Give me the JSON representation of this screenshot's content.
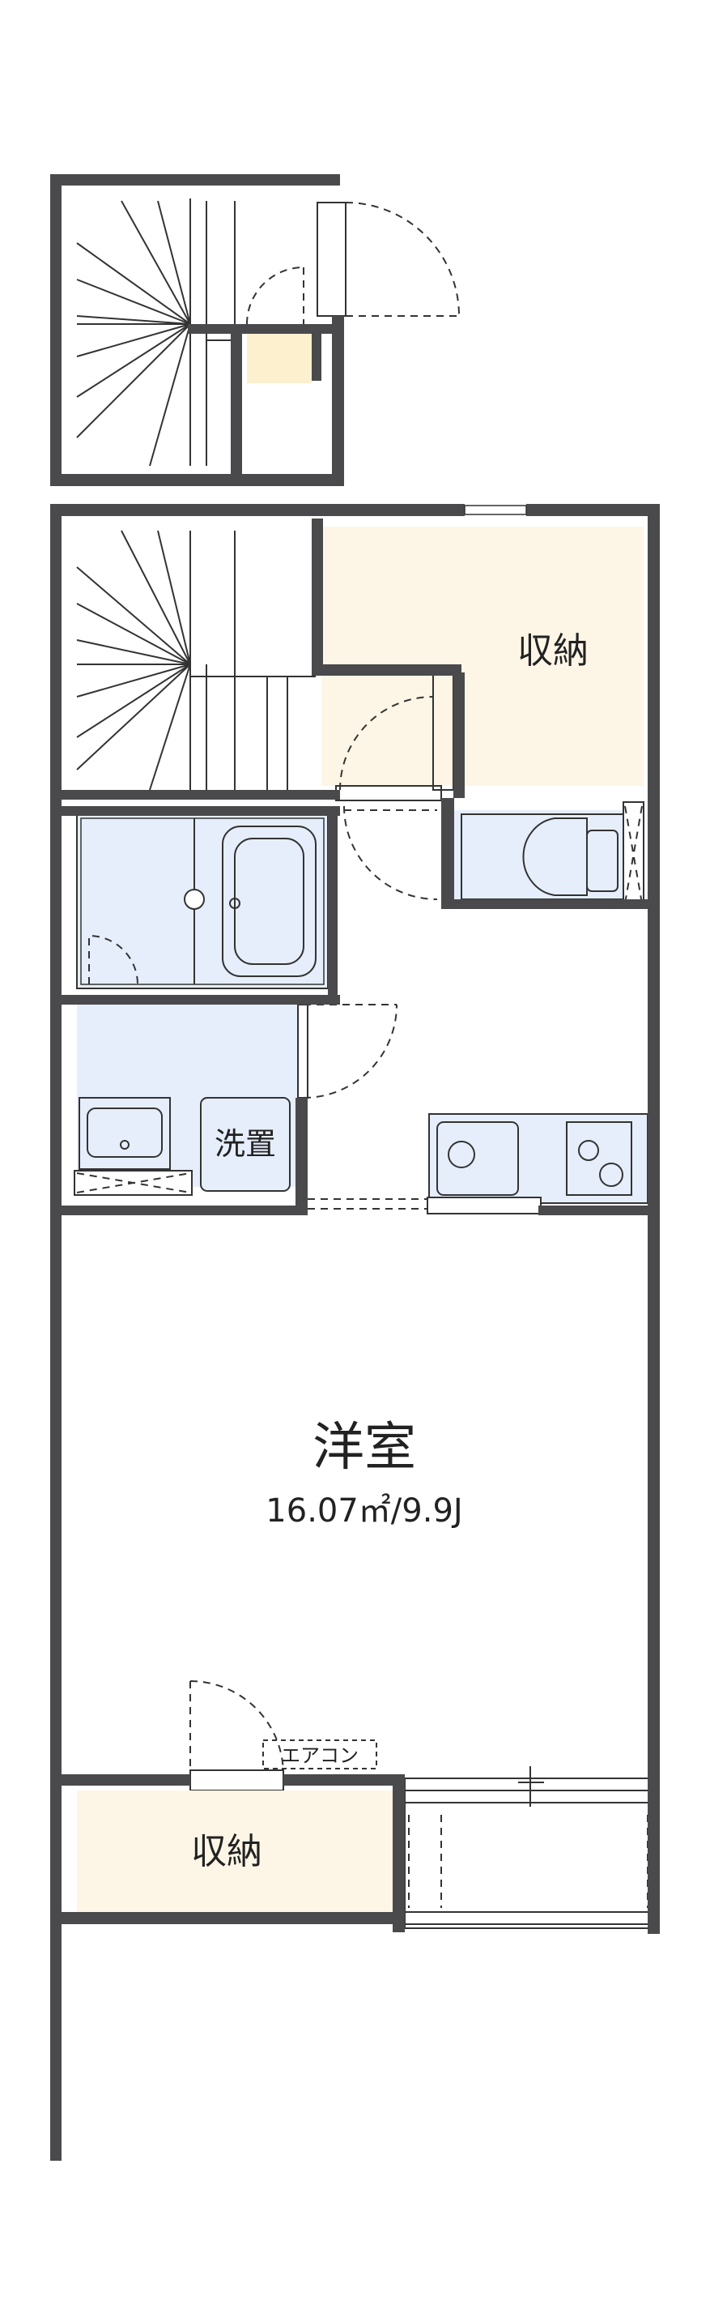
{
  "floorplan": {
    "rooms": {
      "western_room": {
        "name": "洋室",
        "area": "16.07㎡/9.9J"
      },
      "storage_upper": {
        "name": "収納"
      },
      "storage_lower": {
        "name": "収納"
      },
      "washer_space": {
        "name": "洗置"
      },
      "aircon": {
        "name": "エアコン"
      }
    },
    "colors": {
      "wall": "#4a4a4c",
      "storage_fill": "#fdf6e6",
      "wet_area_fill": "#e6eefc",
      "stair_fill": "#ffffff",
      "hatch_fill": "#fdf0cf"
    }
  }
}
